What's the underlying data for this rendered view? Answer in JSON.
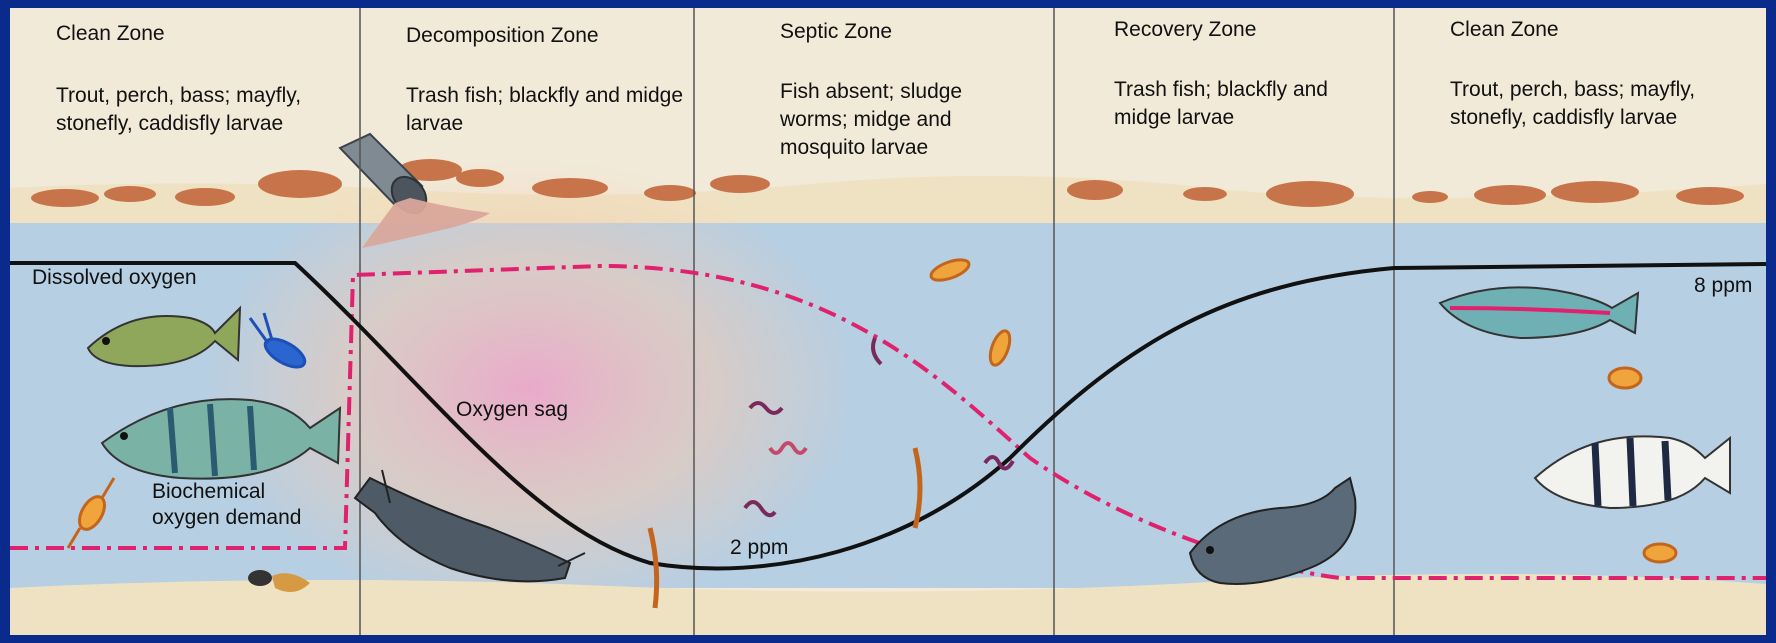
{
  "zones": [
    {
      "title": "Clean Zone",
      "desc": "Trout, perch, bass; mayfly, stonefly, caddisfly larvae"
    },
    {
      "title": "Decomposition Zone",
      "desc": "Trash fish; blackfly and midge larvae"
    },
    {
      "title": "Septic Zone",
      "desc": "Fish absent; sludge worms; midge and mosquito larvae"
    },
    {
      "title": "Recovery Zone",
      "desc": "Trash fish; blackfly and midge larvae"
    },
    {
      "title": "Clean Zone",
      "desc": "Trout, perch, bass; mayfly, stonefly, caddisfly larvae"
    }
  ],
  "labels": {
    "dissolved_oxygen": "Dissolved oxygen",
    "bod_line1": "Biochemical",
    "bod_line2": "oxygen demand",
    "oxygen_sag": "Oxygen sag",
    "min_value": "2 ppm",
    "max_value": "8 ppm"
  },
  "colors": {
    "oxygen_curve": "#111111",
    "bod_curve": "#e0216e",
    "water": "#b6cfe3",
    "bank": "#efe2c2",
    "rocks": "#c8744a",
    "pipe": "#7f8a92",
    "sewage": "#d9a79b"
  },
  "icons": [
    "bass-icon",
    "crayfish-icon",
    "perch-icon",
    "stonefly-larva-icon",
    "beetle-icon",
    "catfish-icon",
    "sludge-worm-icon",
    "midge-larva-icon",
    "mosquito-larva-icon",
    "carp-icon",
    "trout-icon",
    "sewage-pipe-icon"
  ]
}
